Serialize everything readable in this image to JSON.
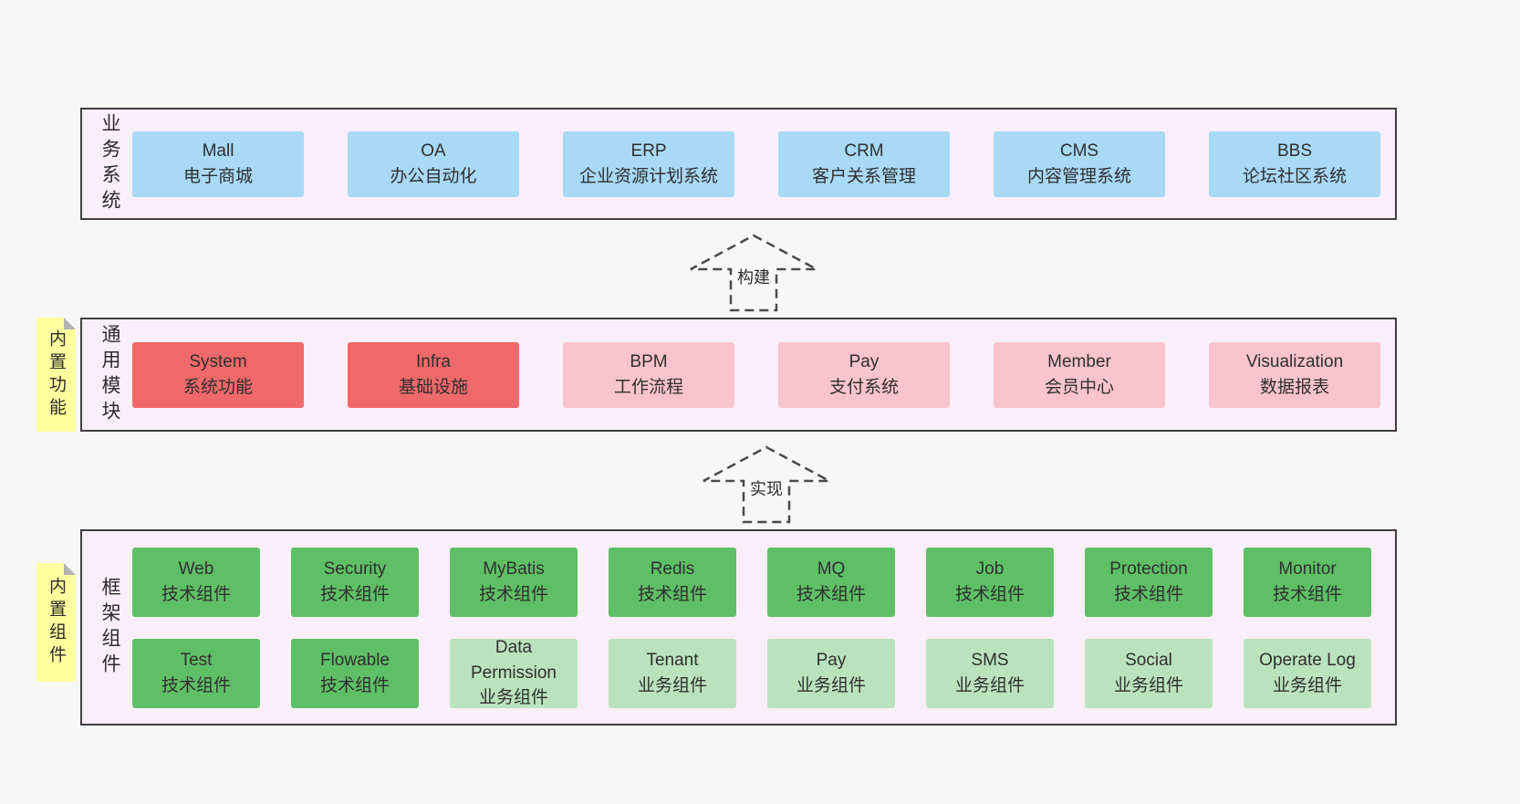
{
  "bands": [
    {
      "label": "业务系统",
      "boxes": [
        {
          "title": "Mall",
          "subtitle": "电子商城"
        },
        {
          "title": "OA",
          "subtitle": "办公自动化"
        },
        {
          "title": "ERP",
          "subtitle": "企业资源计划系统"
        },
        {
          "title": "CRM",
          "subtitle": "客户关系管理"
        },
        {
          "title": "CMS",
          "subtitle": "内容管理系统"
        },
        {
          "title": "BBS",
          "subtitle": "论坛社区系统"
        }
      ]
    },
    {
      "label": "通用模块",
      "sticky": "内置功能",
      "boxes": [
        {
          "title": "System",
          "subtitle": "系统功能"
        },
        {
          "title": "Infra",
          "subtitle": "基础设施"
        },
        {
          "title": "BPM",
          "subtitle": "工作流程"
        },
        {
          "title": "Pay",
          "subtitle": "支付系统"
        },
        {
          "title": "Member",
          "subtitle": "会员中心"
        },
        {
          "title": "Visualization",
          "subtitle": "数据报表"
        }
      ]
    },
    {
      "label": "框架组件",
      "sticky": "内置组件",
      "row1": [
        {
          "title": "Web",
          "subtitle": "技术组件"
        },
        {
          "title": "Security",
          "subtitle": "技术组件"
        },
        {
          "title": "MyBatis",
          "subtitle": "技术组件"
        },
        {
          "title": "Redis",
          "subtitle": "技术组件"
        },
        {
          "title": "MQ",
          "subtitle": "技术组件"
        },
        {
          "title": "Job",
          "subtitle": "技术组件"
        },
        {
          "title": "Protection",
          "subtitle": "技术组件"
        },
        {
          "title": "Monitor",
          "subtitle": "技术组件"
        }
      ],
      "row2": [
        {
          "title": "Test",
          "subtitle": "技术组件"
        },
        {
          "title": "Flowable",
          "subtitle": "技术组件"
        },
        {
          "title": "Data Permission",
          "subtitle": "业务组件"
        },
        {
          "title": "Tenant",
          "subtitle": "业务组件"
        },
        {
          "title": "Pay",
          "subtitle": "业务组件"
        },
        {
          "title": "SMS",
          "subtitle": "业务组件"
        },
        {
          "title": "Social",
          "subtitle": "业务组件"
        },
        {
          "title": "Operate Log",
          "subtitle": "业务组件"
        }
      ]
    }
  ],
  "arrows": [
    {
      "label": "构建"
    },
    {
      "label": "实现"
    }
  ],
  "colors": {
    "page_bg": "#f7f7f7",
    "band_bg": "#f9eff8",
    "band_border": "#3f3f3f",
    "blue": "#a8d9f6",
    "red": "#f0696a",
    "pink": "#f9c4ce",
    "green": "#5fbf66",
    "light_green": "#bae3bd",
    "sticky_yellow": "#feff9e"
  }
}
